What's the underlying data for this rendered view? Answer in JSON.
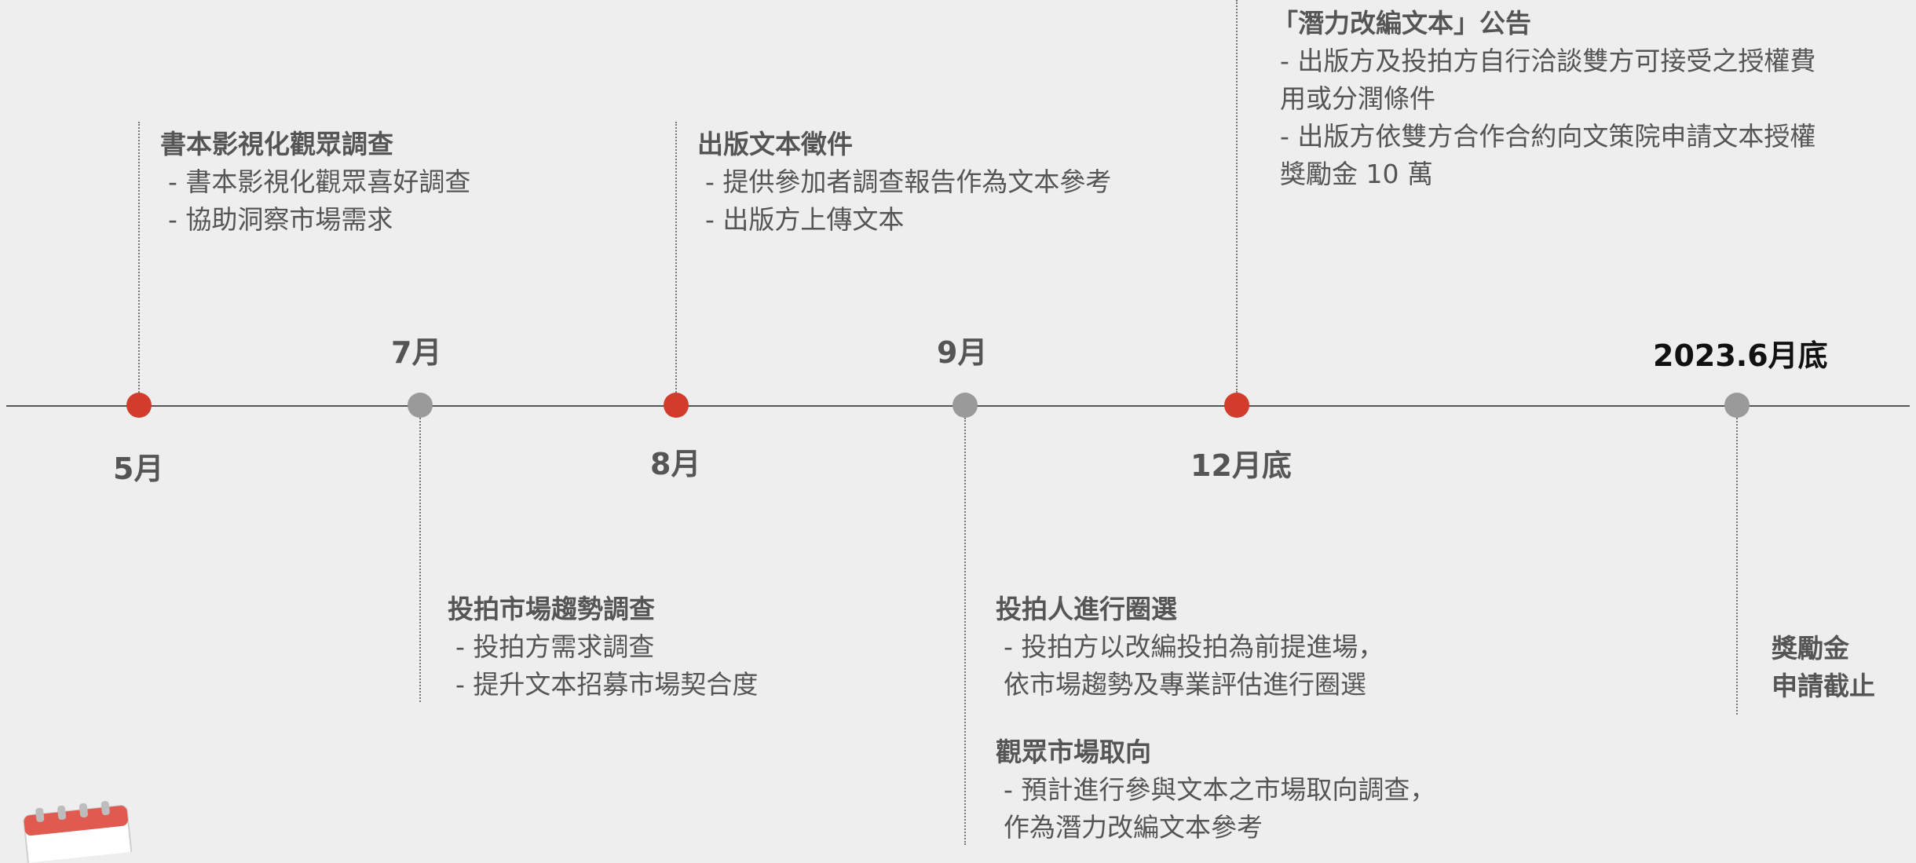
{
  "timeline": {
    "markers": [
      {
        "id": "may",
        "label": "5月",
        "color": "red"
      },
      {
        "id": "jul",
        "label": "7月",
        "color": "gray"
      },
      {
        "id": "aug",
        "label": "8月",
        "color": "red"
      },
      {
        "id": "sep",
        "label": "9月",
        "color": "gray"
      },
      {
        "id": "dec",
        "label": "12月底",
        "color": "red"
      },
      {
        "id": "deadline",
        "label": "2023.6月底",
        "color": "gray"
      }
    ],
    "colors": {
      "red": "#d23c2c",
      "gray": "#9a9a9a",
      "line": "#555555"
    }
  },
  "events": {
    "may": {
      "title": "書本影視化觀眾調查",
      "items": [
        "- 書本影視化觀眾喜好調查",
        "- 協助洞察市場需求"
      ]
    },
    "jul": {
      "title": "投拍市場趨勢調查",
      "items": [
        "- 投拍方需求調查",
        "- 提升文本招募市場契合度"
      ]
    },
    "aug": {
      "title": "出版文本徵件",
      "items": [
        "- 提供參加者調查報告作為文本參考",
        "- 出版方上傳文本"
      ]
    },
    "sep": {
      "blocks": [
        {
          "title": "投拍人進行圈選",
          "items": [
            {
              "first": "- 投拍方以改編投拍為前提進場，",
              "cont": "依市場趨勢及專業評估進行圈選"
            }
          ]
        },
        {
          "title": "觀眾市場取向",
          "items": [
            {
              "first": "- 預計進行參與文本之市場取向調查，",
              "cont": "作為潛力改編文本參考"
            }
          ]
        }
      ]
    },
    "dec": {
      "title": "「潛力改編文本」公告",
      "items": [
        {
          "first": "- 出版方及投拍方自行洽談雙方可接受之授權費",
          "cont": "用或分潤條件"
        },
        {
          "first": "- 出版方依雙方合作合約向文策院申請文本授權",
          "cont": "獎勵金 10 萬"
        }
      ]
    },
    "deadline": {
      "lines": [
        "獎勵金",
        "申請截止"
      ]
    }
  },
  "icons": {
    "calendar": "calendar-icon"
  }
}
